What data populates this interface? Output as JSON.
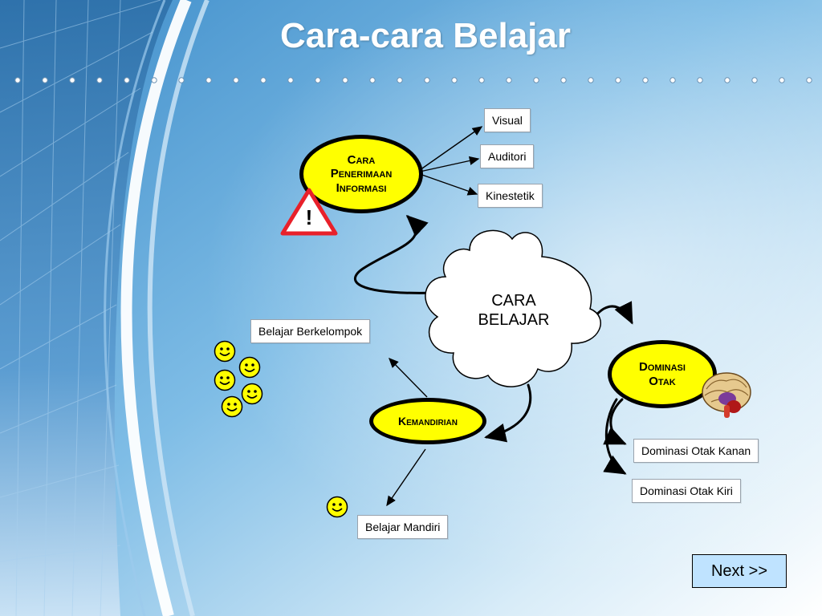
{
  "slide": {
    "title": "Cara-cara Belajar",
    "next_label": "Next >>"
  },
  "center": {
    "line1": "CARA",
    "line2": "BELAJAR"
  },
  "nodes": {
    "cara_penerimaan": [
      "Cara",
      "Penerimaan",
      "Informasi"
    ],
    "dominasi_otak": [
      "Dominasi",
      "Otak"
    ],
    "kemandirian": [
      "Kemandirian"
    ]
  },
  "labels": {
    "visual": "Visual",
    "auditori": "Auditori",
    "kinestetik": "Kinestetik",
    "belajar_berkelompok": "Belajar Berkelompok",
    "belajar_mandiri": "Belajar Mandiri",
    "dominasi_otak_kanan": "Dominasi Otak Kanan",
    "dominasi_otak_kiri": "Dominasi Otak Kiri"
  },
  "icons": {
    "warning": "warning-icon",
    "warning_mark": "!",
    "smiley": "smiley-icon",
    "brain": "brain-icon"
  },
  "colors": {
    "node_fill": "#ffff00",
    "next_fill": "#bfe3ff",
    "warning": "#e8202a"
  }
}
